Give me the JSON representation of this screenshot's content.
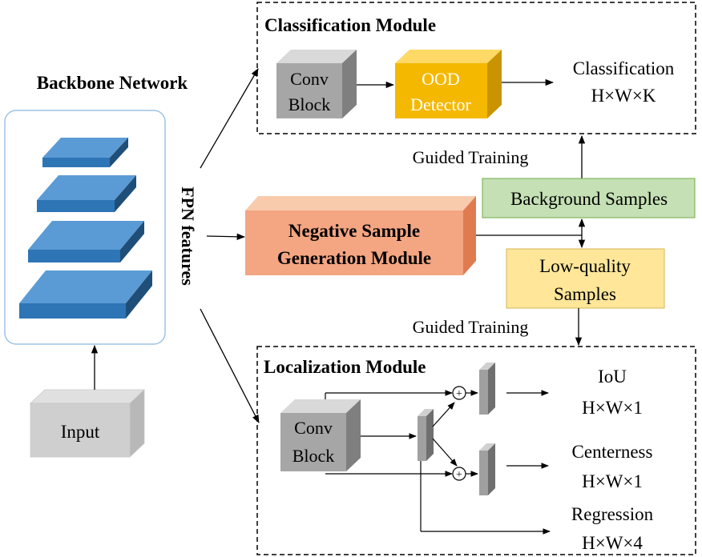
{
  "backbone": {
    "title": "Backbone Network",
    "fpn_label": "FPN features",
    "input_label": "Input"
  },
  "classification": {
    "title": "Classification Module",
    "conv_line1": "Conv",
    "conv_line2": "Block",
    "ood_line1": "OOD",
    "ood_line2": "Detector",
    "output_line1": "Classification",
    "output_line2": "H×W×K"
  },
  "negative": {
    "line1": "Negative Sample",
    "line2": "Generation Module"
  },
  "background_samples": "Background Samples",
  "low_quality": {
    "line1": "Low-quality",
    "line2": "Samples"
  },
  "guided_training_top": "Guided Training",
  "guided_training_bottom": "Guided Training",
  "localization": {
    "title": "Localization Module",
    "conv_line1": "Conv",
    "conv_line2": "Block",
    "iou_line1": "IoU",
    "iou_line2": "H×W×1",
    "centerness_line1": "Centerness",
    "centerness_line2": "H×W×1",
    "regression_line1": "Regression",
    "regression_line2": "H×W×4",
    "plus_symbol": "+"
  },
  "colors": {
    "layer_top": "#5b9bd5",
    "layer_front": "#2e75b6",
    "layer_side": "#1f4e79",
    "conv_front": "#a6a6a6",
    "conv_top": "#d9d9d9",
    "conv_side": "#7f7f7f",
    "ood_front": "#f5b800",
    "ood_top": "#ffd966",
    "ood_side": "#c99400",
    "neg_front": "#f4a582",
    "neg_top": "#f8cbad",
    "neg_side": "#e07b4f",
    "bg_fill": "#c5e0b4",
    "bg_stroke": "#70ad47",
    "lq_fill": "#ffe699",
    "lq_stroke": "#d6b656",
    "backbone_border": "#9dc3e6"
  }
}
